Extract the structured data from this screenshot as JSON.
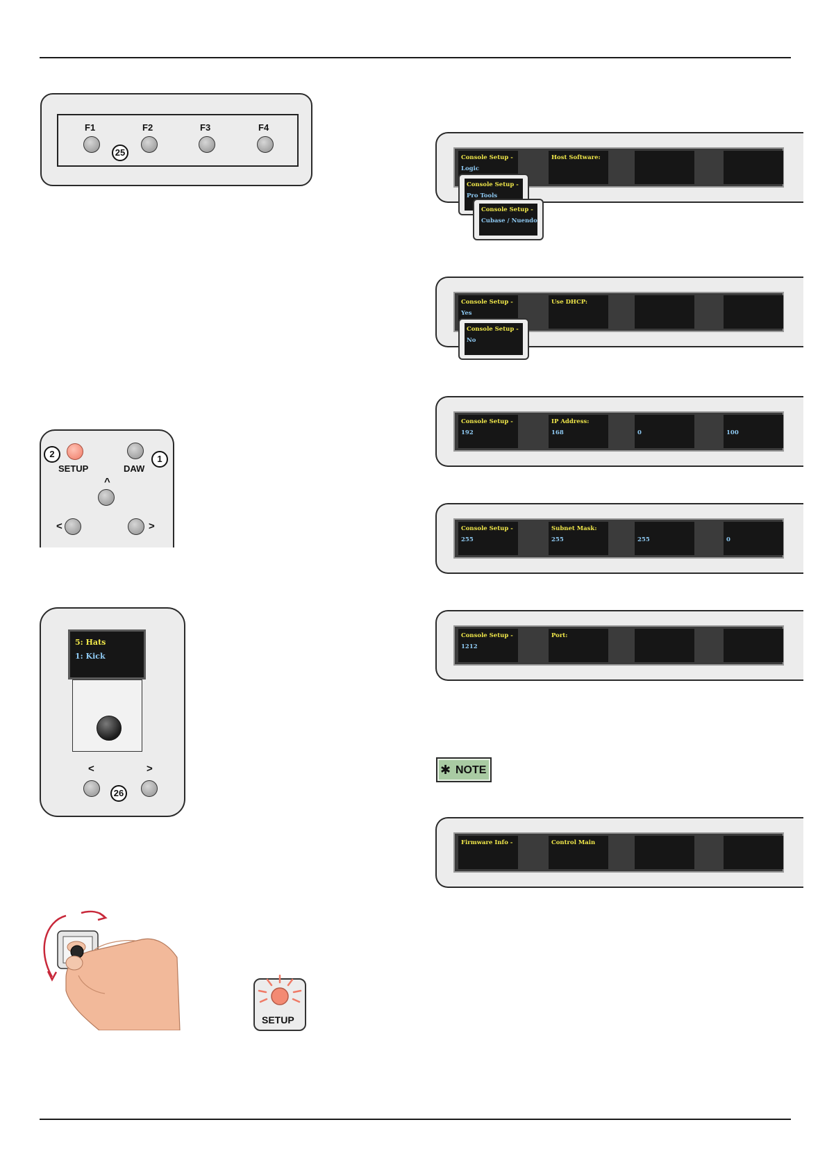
{
  "fkeys": {
    "labels": [
      "F1",
      "F2",
      "F3",
      "F4"
    ],
    "callout": "25"
  },
  "nav": {
    "setup_label": "SETUP",
    "daw_label": "DAW",
    "up_glyph": "^",
    "left_glyph": "<",
    "right_glyph": ">",
    "callout_setup": "2",
    "callout_daw": "1"
  },
  "encoder": {
    "line1": "5: Hats",
    "line2": "1: Kick",
    "left_glyph": "<",
    "right_glyph": ">",
    "callout": "26"
  },
  "setup_button_label": "SETUP",
  "note_label": "NOTE",
  "screens": {
    "host": {
      "cells": [
        {
          "top": "Console Setup -",
          "bottom": "Logic"
        },
        {
          "top": "Host Software:",
          "bottom": ""
        },
        {
          "top": "",
          "bottom": ""
        },
        {
          "top": "",
          "bottom": ""
        }
      ],
      "popups": [
        {
          "top": "Console Setup -",
          "bottom": "Pro Tools"
        },
        {
          "top": "Console Setup -",
          "bottom": "Cubase / Nuendo"
        }
      ]
    },
    "dhcp": {
      "cells": [
        {
          "top": "Console Setup -",
          "bottom": "Yes"
        },
        {
          "top": "Use DHCP:",
          "bottom": ""
        },
        {
          "top": "",
          "bottom": ""
        },
        {
          "top": "",
          "bottom": ""
        }
      ],
      "popups": [
        {
          "top": "Console Setup -",
          "bottom": "No"
        }
      ]
    },
    "ip": {
      "cells": [
        {
          "top": "Console Setup -",
          "bottom": "192"
        },
        {
          "top": "IP Address:",
          "bottom": "168"
        },
        {
          "top": "",
          "bottom": "0"
        },
        {
          "top": "",
          "bottom": "100"
        }
      ]
    },
    "subnet": {
      "cells": [
        {
          "top": "Console Setup -",
          "bottom": "255"
        },
        {
          "top": "Subnet Mask:",
          "bottom": "255"
        },
        {
          "top": "",
          "bottom": "255"
        },
        {
          "top": "",
          "bottom": "0"
        }
      ]
    },
    "port": {
      "cells": [
        {
          "top": "Console Setup -",
          "bottom": "1212"
        },
        {
          "top": "Port:",
          "bottom": ""
        },
        {
          "top": "",
          "bottom": ""
        },
        {
          "top": "",
          "bottom": ""
        }
      ]
    },
    "firmware": {
      "cells": [
        {
          "top": "Firmware Info -",
          "bottom": ""
        },
        {
          "top": "Control Main",
          "bottom": ""
        },
        {
          "top": "",
          "bottom": ""
        },
        {
          "top": "",
          "bottom": ""
        }
      ]
    }
  }
}
